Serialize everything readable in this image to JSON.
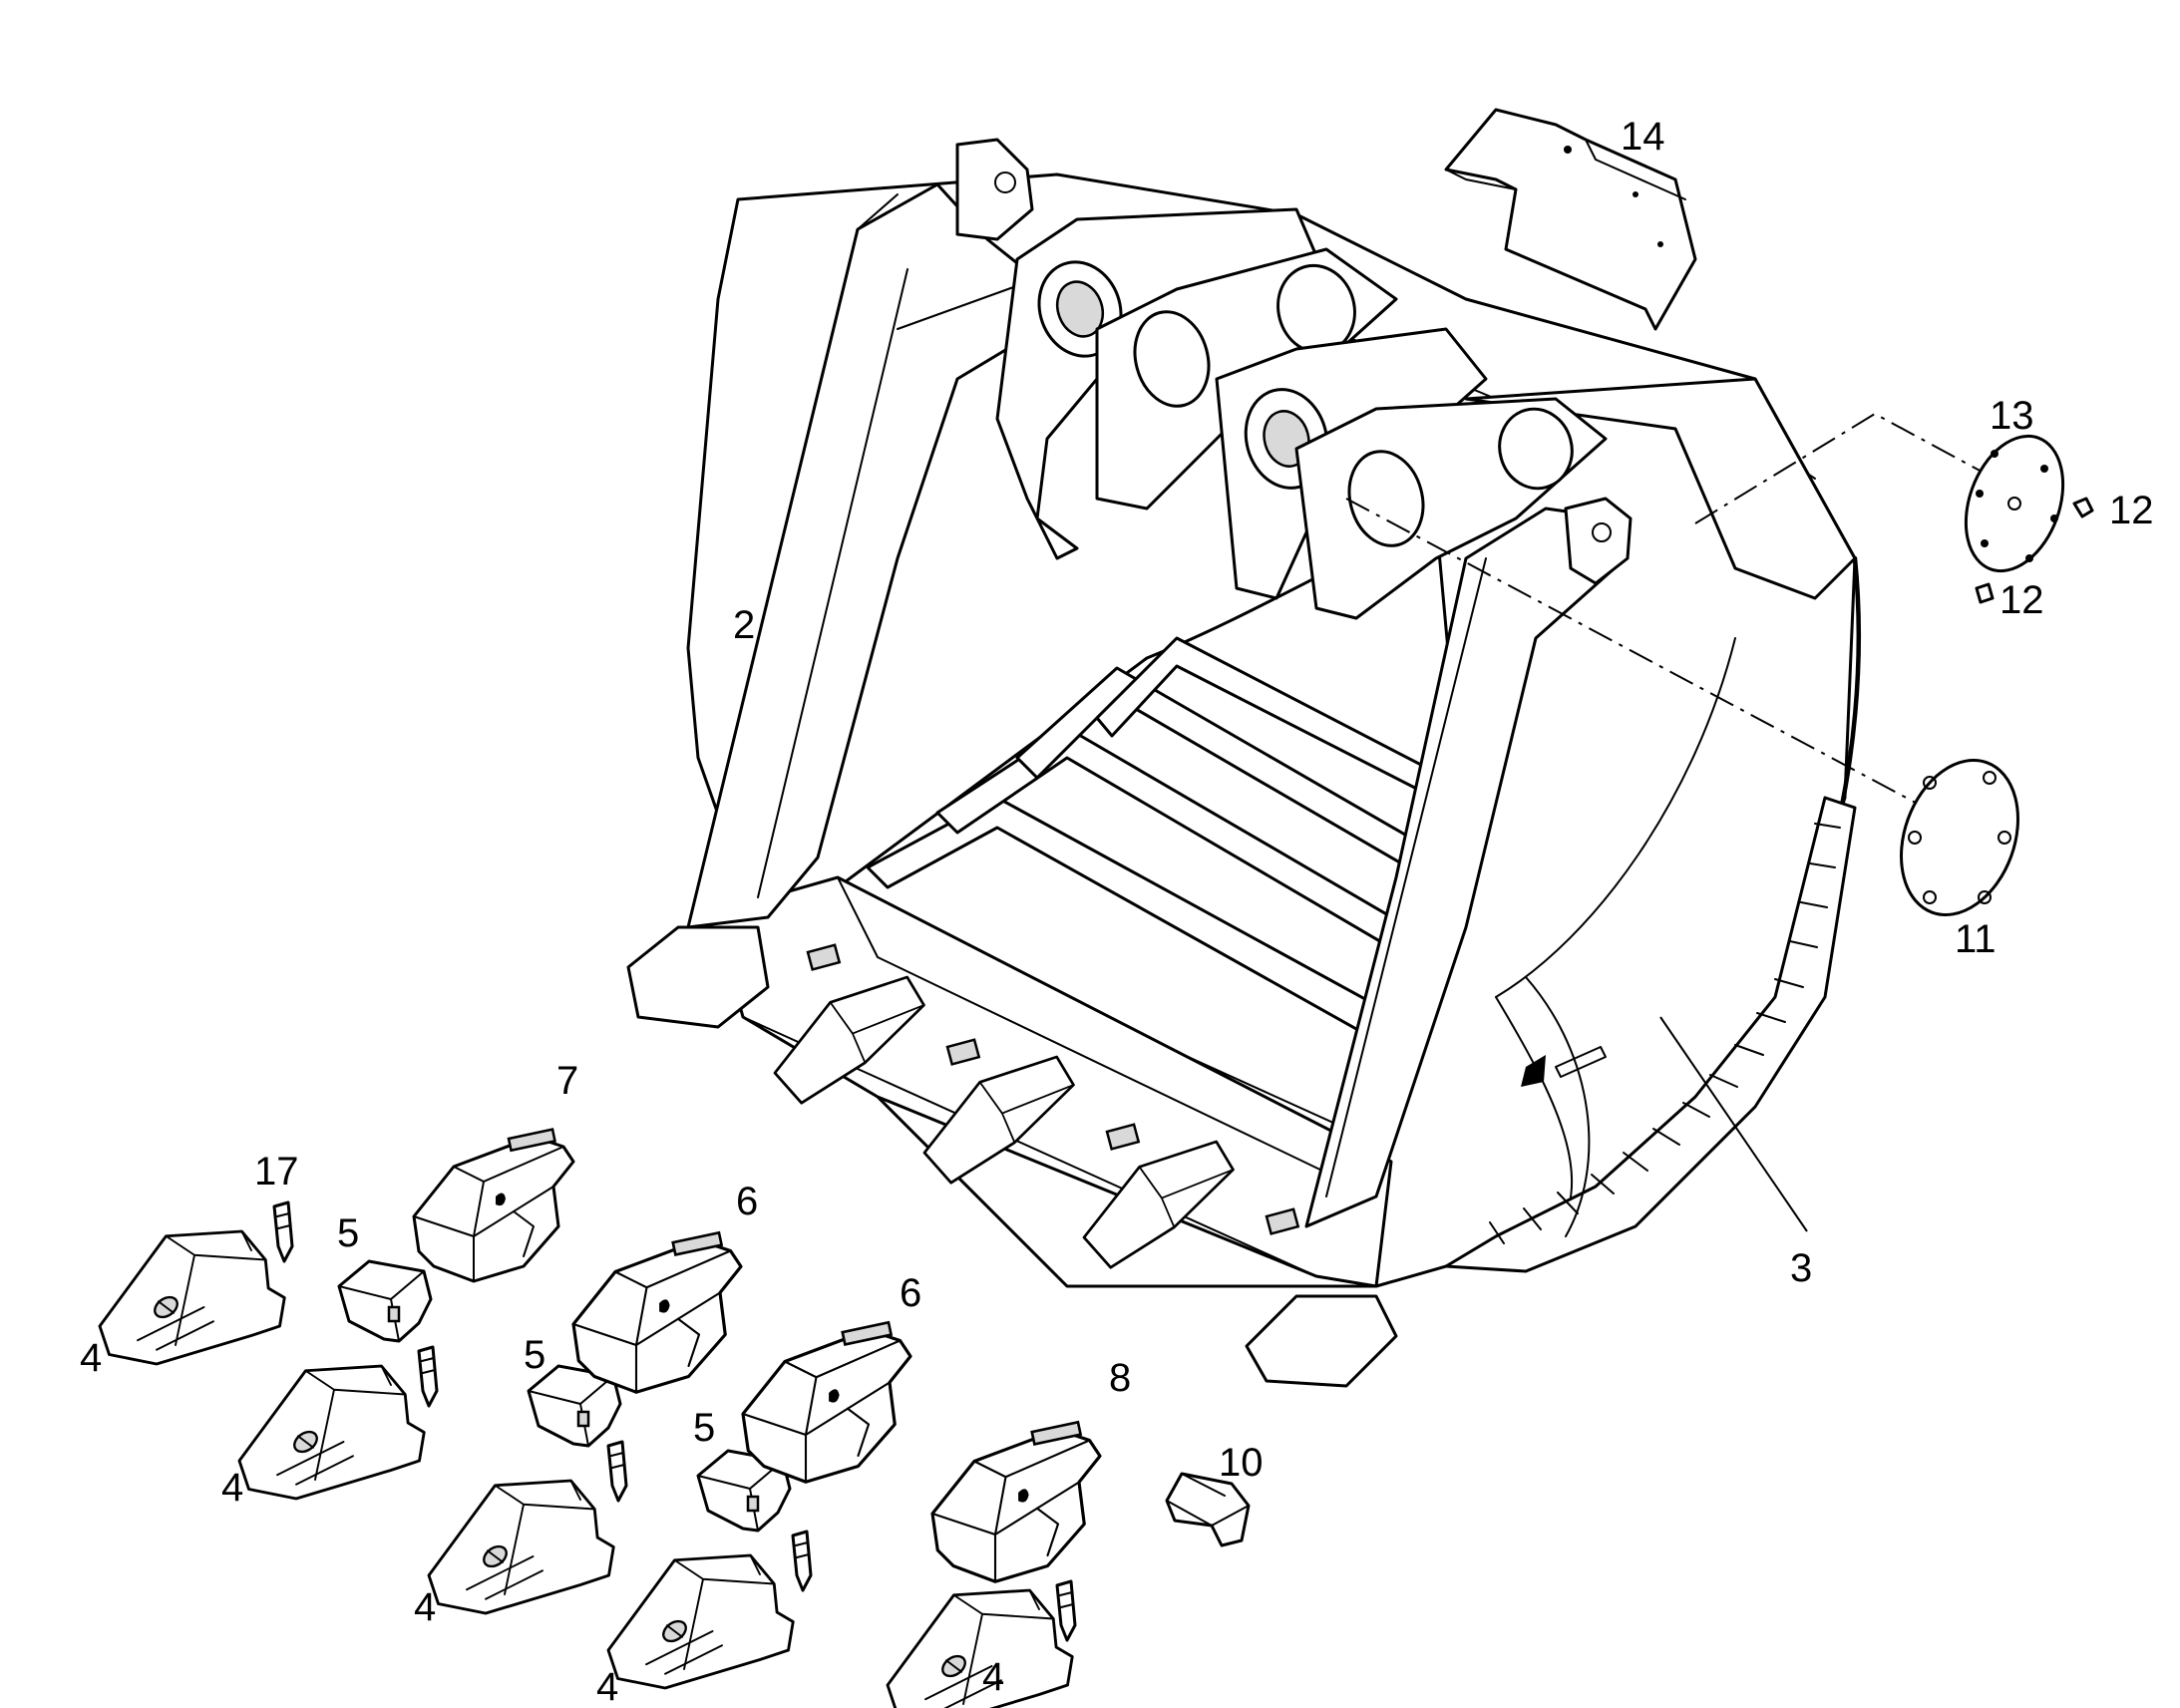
{
  "callouts": {
    "c2": "2",
    "c3": "3",
    "c4a": "4",
    "c4b": "4",
    "c4c": "4",
    "c4d": "4",
    "c4e": "4",
    "c5a": "5",
    "c5b": "5",
    "c5c": "5",
    "c6a": "6",
    "c6b": "6",
    "c7": "7",
    "c8": "8",
    "c10": "10",
    "c11": "11",
    "c12a": "12",
    "c12b": "12",
    "c13": "13",
    "c14": "14",
    "c17": "17"
  },
  "colors": {
    "line": "#000000",
    "background": "#ffffff",
    "shade": "#d9d9d9"
  }
}
